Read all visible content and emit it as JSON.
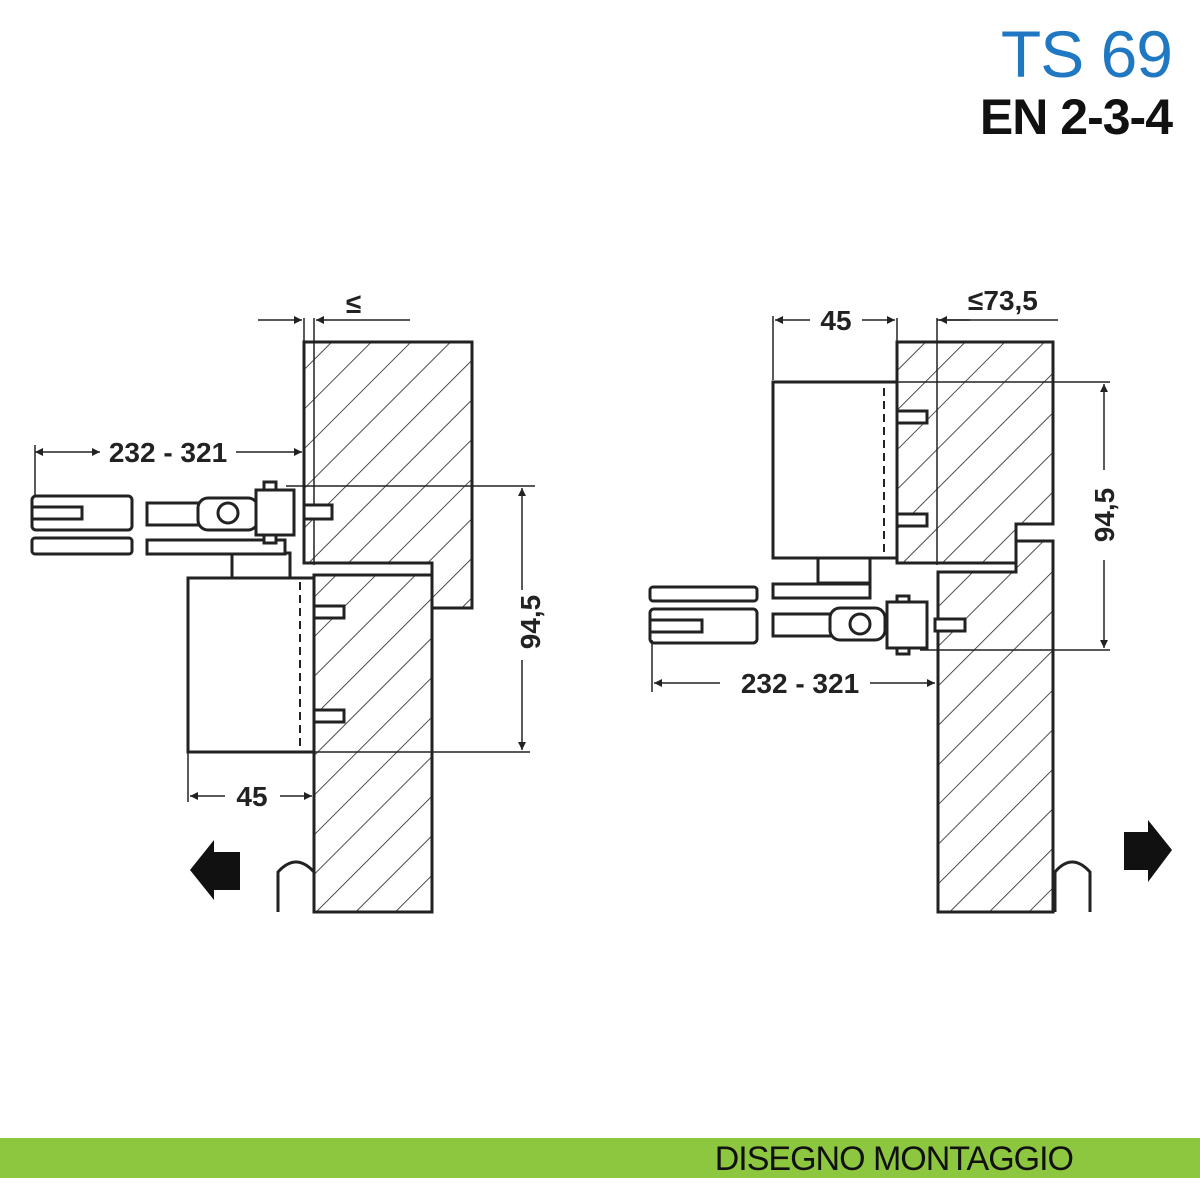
{
  "header": {
    "model": "TS 69",
    "norm": "EN 2-3-4"
  },
  "footer": {
    "label": "DISEGNO MONTAGGIO",
    "color": "#8dc63f"
  },
  "accent_color": "#1f78c1",
  "left_view": {
    "dim_arm": "232 - 321",
    "dim_height": "94,5",
    "dim_depth": "45",
    "dim_offset": "≤",
    "direction_icon": "arrow-left-icon"
  },
  "right_view": {
    "dim_arm": "232 - 321",
    "dim_height": "94,5",
    "dim_depth": "45",
    "dim_offset": "≤73,5",
    "direction_icon": "arrow-right-icon"
  }
}
